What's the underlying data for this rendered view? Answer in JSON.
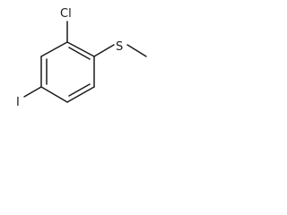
{
  "molecule": {
    "atoms": {
      "chlorine": "Cl",
      "sulfur": "S",
      "iodine": "I"
    }
  }
}
